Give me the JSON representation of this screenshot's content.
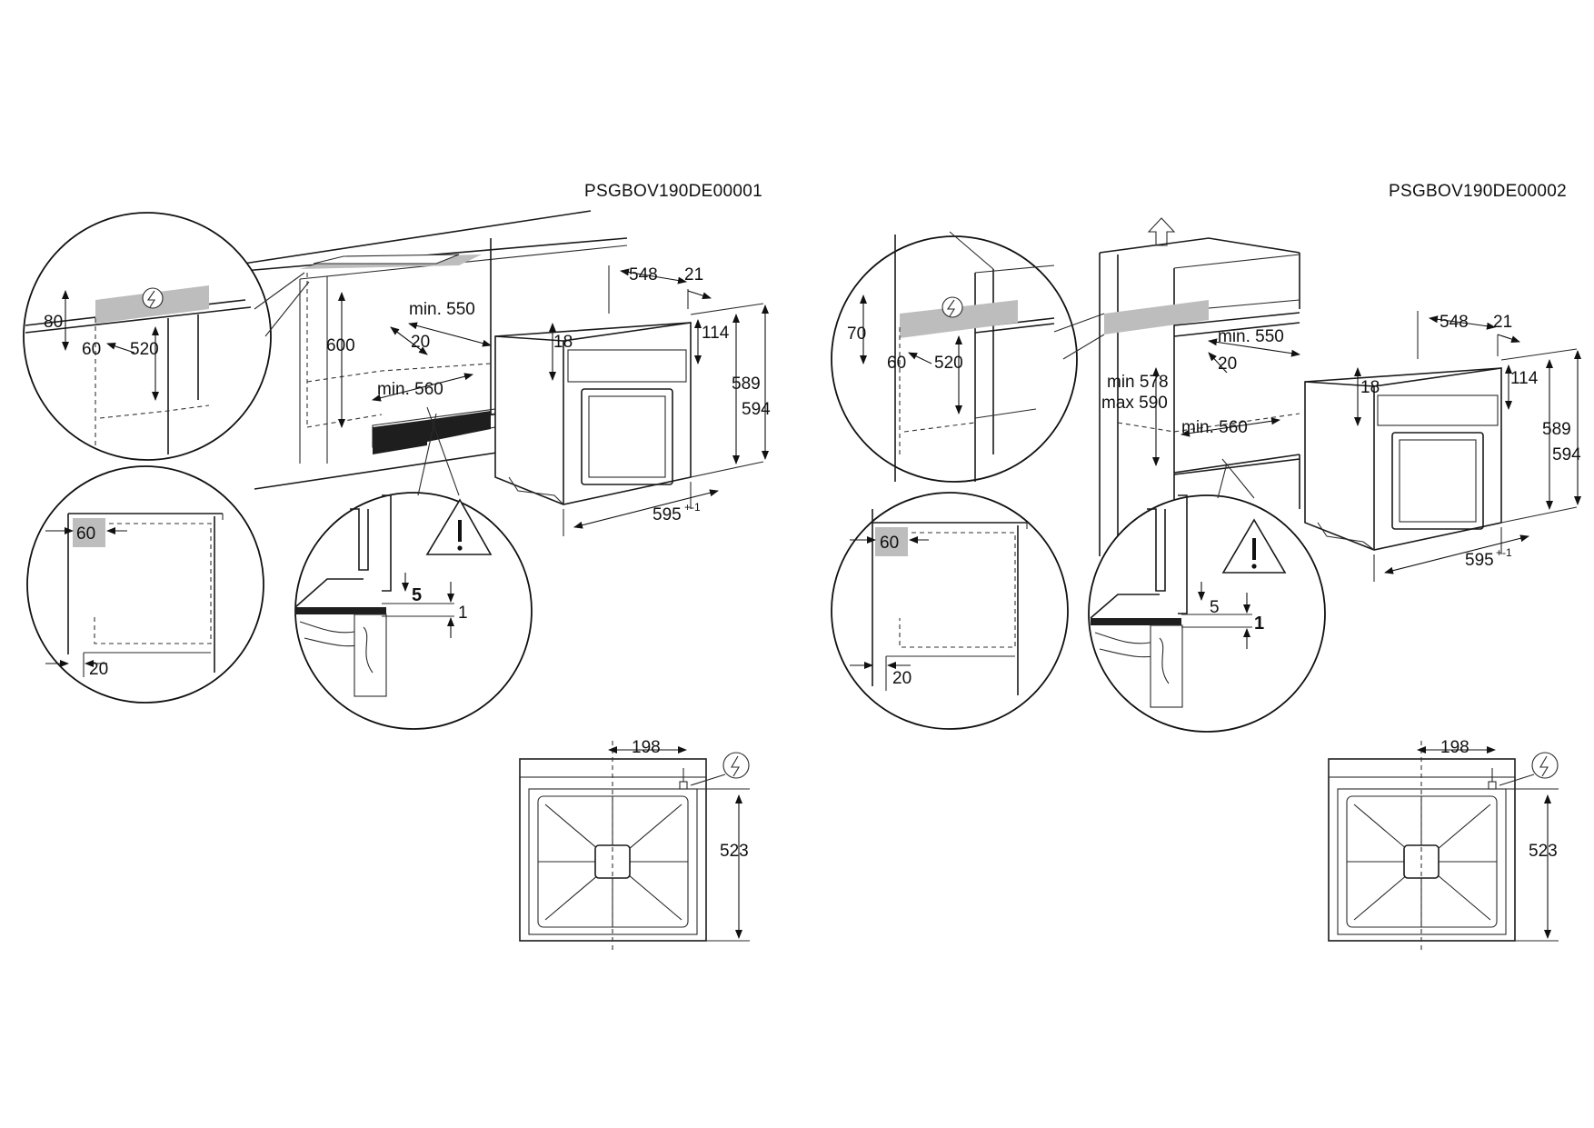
{
  "left": {
    "code": "PSGBOV190DE00001",
    "zoom_top": {
      "d80": "80",
      "d60": "60",
      "d520": "520"
    },
    "cabinet": {
      "d600": "600",
      "min550": "min. 550",
      "d20": "20",
      "min560": "min. 560"
    },
    "oven": {
      "d548": "548",
      "d21": "21",
      "d18": "18",
      "d114": "114",
      "d589": "589",
      "d594": "594",
      "d595": "595",
      "tol": "+-1"
    },
    "zoom_side": {
      "d60": "60",
      "d20": "20"
    },
    "zoom_detail": {
      "d5": "5",
      "d1": "1"
    },
    "front": {
      "d198": "198",
      "d523": "523"
    }
  },
  "right": {
    "code": "PSGBOV190DE00002",
    "zoom_top": {
      "d70": "70",
      "d60": "60",
      "d520": "520"
    },
    "column": {
      "min578": "min 578",
      "max590": "max 590",
      "min550": "min. 550",
      "d20": "20",
      "min560": "min. 560"
    },
    "oven": {
      "d548": "548",
      "d21": "21",
      "d18": "18",
      "d114": "114",
      "d589": "589",
      "d594": "594",
      "d595": "595",
      "tol": "+-1"
    },
    "zoom_side": {
      "d60": "60",
      "d20": "20"
    },
    "zoom_detail": {
      "d5": "5",
      "d1": "1"
    },
    "front": {
      "d198": "198",
      "d523": "523"
    }
  }
}
